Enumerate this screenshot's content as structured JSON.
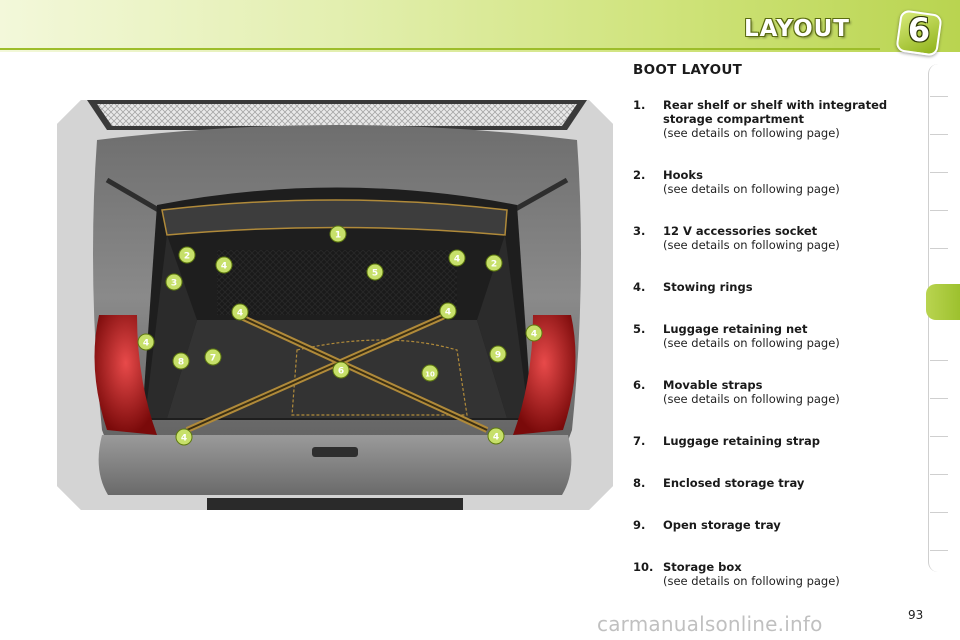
{
  "header": {
    "title": "LAYOUT",
    "chapter_number": "6"
  },
  "section": {
    "title": "BOOT LAYOUT"
  },
  "figure": {
    "callouts": [
      "1",
      "2",
      "2",
      "3",
      "4",
      "4",
      "4",
      "4",
      "4",
      "4",
      "4",
      "4",
      "5",
      "6",
      "7",
      "8",
      "9",
      "10"
    ]
  },
  "items": [
    {
      "number": "1.",
      "label": "Rear shelf or shelf with integrated storage compartment",
      "note": "(see details on following page)"
    },
    {
      "number": "2.",
      "label": "Hooks",
      "note": "(see details on following page)"
    },
    {
      "number": "3.",
      "label": "12 V accessories socket",
      "note": "(see details on following page)"
    },
    {
      "number": "4.",
      "label": "Stowing rings",
      "note": ""
    },
    {
      "number": "5.",
      "label": "Luggage retaining net",
      "note": "(see details on following page)"
    },
    {
      "number": "6.",
      "label": "Movable straps",
      "note": "(see details on following page)"
    },
    {
      "number": "7.",
      "label": "Luggage retaining strap",
      "note": ""
    },
    {
      "number": "8.",
      "label": "Enclosed storage tray",
      "note": ""
    },
    {
      "number": "9.",
      "label": "Open storage tray",
      "note": ""
    },
    {
      "number": "10.",
      "label": "Storage box",
      "note": "(see details on following page)"
    }
  ],
  "footer": {
    "page_number": "93",
    "watermark": "carmanualsonline.info"
  },
  "colors": {
    "accent": "#9dbd2a",
    "callout": "#c7e06a",
    "strap": "#b08a3a"
  }
}
